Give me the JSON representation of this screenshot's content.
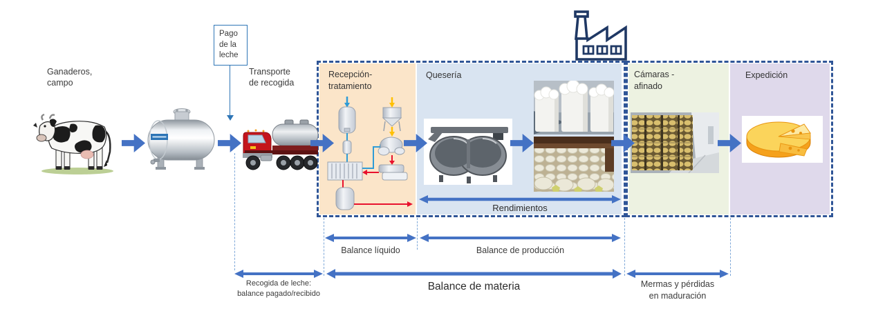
{
  "colors": {
    "flow_arrow_blue": "#4472C4",
    "dashed_border_navy": "#2F5597",
    "thin_arrow_blue": "#2E75B6",
    "panel_recepcion_bg": "#FBE5C9",
    "panel_queseria_bg": "#D9E4F1",
    "panel_camaras_bg": "#EDF2E1",
    "panel_expedicion_bg": "#DFD9EB",
    "factory_icon_navy": "#1F3864"
  },
  "farm": {
    "label_line1": "Ganaderos,",
    "label_line2": "campo"
  },
  "payment_box": {
    "line1": "Pago",
    "line2": "de la",
    "line3": "leche"
  },
  "transport": {
    "line1": "Transporte",
    "line2": "de recogida"
  },
  "panels": {
    "recepcion": {
      "title_line1": "Recepción-",
      "title_line2": "tratamiento"
    },
    "queseria": {
      "title": "Quesería"
    },
    "camaras": {
      "title_line1": "Cámaras -",
      "title_line2": "afinado"
    },
    "expedicion": {
      "title": "Expedición"
    }
  },
  "measures": {
    "rendimientos": "Rendimientos",
    "balance_liquido": "Balance líquido",
    "balance_produccion": "Balance de producción",
    "recogida_line1": "Recogida de leche:",
    "recogida_line2": "balance pagado/recibido",
    "balance_materia": "Balance de materia",
    "mermas_line1": "Mermas y pérdidas",
    "mermas_line2": "en maduración"
  }
}
